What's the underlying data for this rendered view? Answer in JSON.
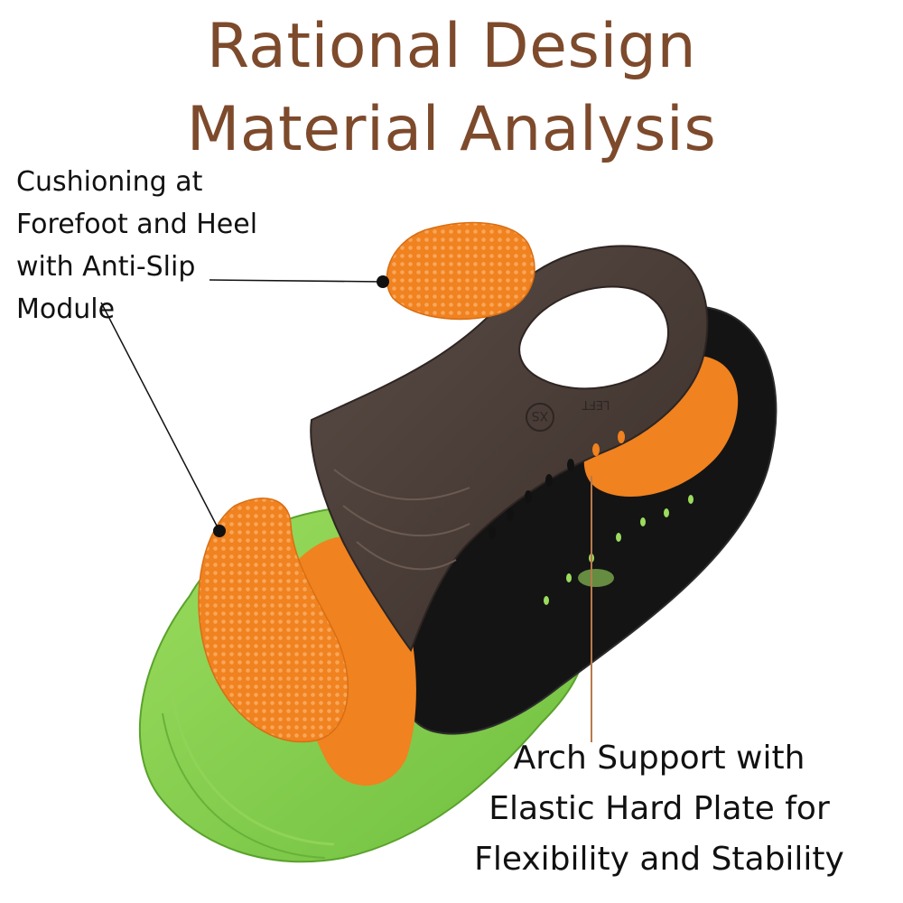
{
  "title": {
    "line1": "Rational Design",
    "line2": "Material Analysis"
  },
  "callouts": {
    "cushioning": {
      "lines": [
        "Cushioning at",
        "Forefoot and Heel",
        "with Anti-Slip",
        "Module"
      ]
    },
    "arch_support": {
      "lines": [
        "Arch Support with",
        "Elastic Hard Plate for",
        "Flexibility and Stability"
      ]
    }
  },
  "insole_marking": {
    "size_badge": "XS",
    "side_label": "LEFT"
  },
  "colors": {
    "title": "#7d4a2c",
    "insole_green": "#7cc54a",
    "pad_orange": "#f0821f",
    "heel_cup_brown": "#4a3d38",
    "insole_black": "#141414"
  }
}
